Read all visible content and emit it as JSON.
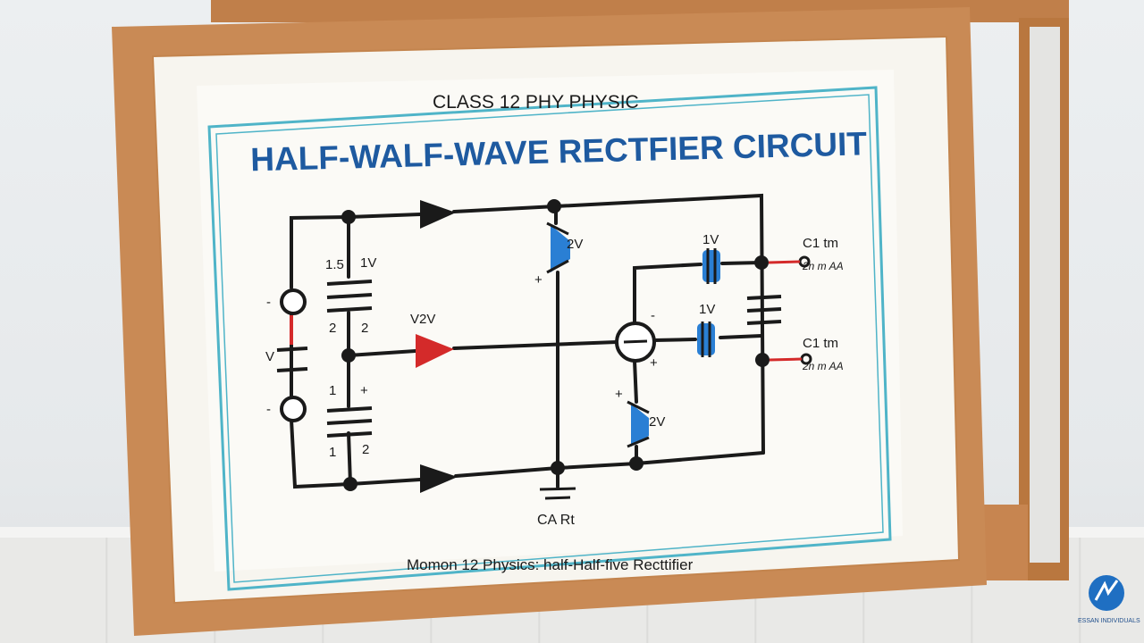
{
  "poster": {
    "subtitle": "CLASS 12 PHY PHYSIC",
    "title": "HALF-WALF-WAVE RECTFIER CIRCUIT",
    "caption": "Momon 12 Physics: half-Half-five Recttifier"
  },
  "labels": {
    "bat1_top": "1.5",
    "bat1_top_right": "1V",
    "bat1_bot_left": "2",
    "bat1_bot_right": "2",
    "src_minus_top": "-",
    "src_v": "V",
    "src_minus_bottom": "-",
    "bat2_left": "1",
    "bat2_plus": "+",
    "bat2_bot_left": "1",
    "bat2_bot_right": "2",
    "mid_diode": "V2V",
    "zener_top": "2V",
    "zener_top_plus": "+",
    "zener_bottom": "2V",
    "zener_bottom_plus": "+",
    "source_minus": "-",
    "source_plus": "+",
    "cap_top": "1V",
    "cap_mid": "1V",
    "out_top_1": "C1 tm",
    "out_top_2": "2n m AA",
    "out_bot_1": "C1 tm",
    "out_bot_2": "2n m AA",
    "ground": "CA Rt"
  },
  "logo": {
    "text": "ESSAN INDIVIDUALS",
    "colors": {
      "primary": "#1f6fc2"
    }
  },
  "colors": {
    "frame": "#c98a55",
    "border": "#4fb4c8",
    "title": "#1e5aa0",
    "wire": "#1a1a1a",
    "diode_red": "#d42a2a",
    "diode_blue": "#2a7fd4"
  }
}
